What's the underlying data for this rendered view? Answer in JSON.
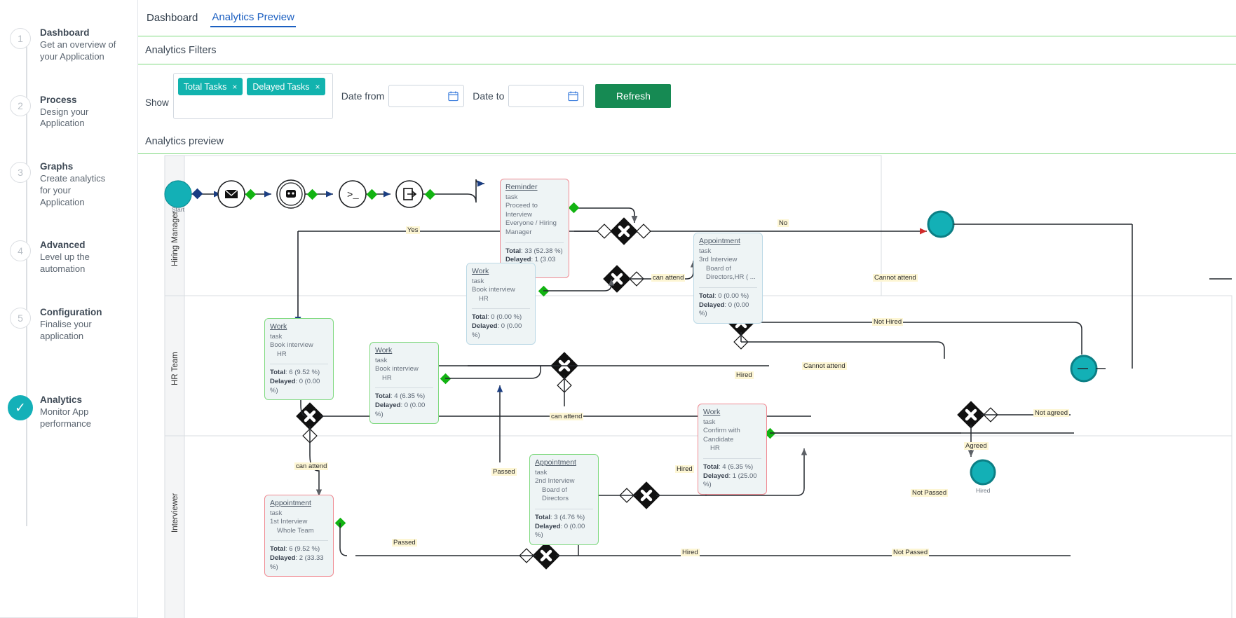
{
  "sidebar": {
    "steps": [
      {
        "num": "1",
        "title": "Dashboard",
        "sub": "Get an overview of your Application",
        "state": "inactive"
      },
      {
        "num": "2",
        "title": "Process",
        "sub": "Design your Application",
        "state": "inactive"
      },
      {
        "num": "3",
        "title": "Graphs",
        "sub": "Create analytics for your Application",
        "state": "inactive"
      },
      {
        "num": "4",
        "title": "Advanced",
        "sub": "Level up the automation",
        "state": "inactive"
      },
      {
        "num": "5",
        "title": "Configuration",
        "sub": "Finalise your application",
        "state": "inactive"
      },
      {
        "num": "✓",
        "title": "Analytics",
        "sub": "Monitor App performance",
        "state": "done"
      }
    ]
  },
  "tabs": [
    {
      "label": "Dashboard",
      "active": false
    },
    {
      "label": "Analytics Preview",
      "active": true
    }
  ],
  "filters": {
    "section_title": "Analytics Filters",
    "show_label": "Show",
    "chips": [
      {
        "label": "Total Tasks",
        "remove": "×"
      },
      {
        "label": "Delayed Tasks",
        "remove": "×"
      }
    ],
    "date_from_label": "Date from",
    "date_from_value": "",
    "date_from_placeholder": "",
    "date_to_label": "Date to",
    "date_to_value": "",
    "date_to_placeholder": "",
    "refresh_label": "Refresh",
    "accent_chip": "#12b3ae",
    "accent_button": "#168a53"
  },
  "preview": {
    "title": "Analytics preview"
  },
  "diagram": {
    "lanes": [
      "Hiring Manager",
      "HR Team",
      "Interviewer"
    ],
    "start_caption": "Start",
    "hired_caption": "Hired",
    "tasks": [
      {
        "id": "reminder",
        "name": "Reminder",
        "type": "task",
        "desc": "Proceed to Interview",
        "assignee": "Everyone / Hiring Manager",
        "total": "Total: 33 (52.38 %)",
        "total_label": "Total",
        "total_value": "33 (52.38 %)",
        "delayed_label": "Delayed",
        "delayed_value": "1 (3.03 %)",
        "border": "red"
      },
      {
        "id": "appointment3",
        "name": "Appointment",
        "type": "task",
        "desc": "3rd Interview",
        "assignee": "Board of Directors,HR ( ...",
        "total_label": "Total",
        "total_value": "0 (0.00 %)",
        "delayed_label": "Delayed",
        "delayed_value": "0 (0.00 %)",
        "border": "blue"
      },
      {
        "id": "work-book-3",
        "name": "Work",
        "type": "task",
        "desc": "Book interview",
        "assignee": "HR",
        "total_label": "Total",
        "total_value": "0 (0.00 %)",
        "delayed_label": "Delayed",
        "delayed_value": "0 (0.00 %)",
        "border": "blue"
      },
      {
        "id": "work-book-1",
        "name": "Work",
        "type": "task",
        "desc": "Book interview",
        "assignee": "HR",
        "total_label": "Total",
        "total_value": "6 (9.52 %)",
        "delayed_label": "Delayed",
        "delayed_value": "0 (0.00 %)",
        "border": "green"
      },
      {
        "id": "work-book-2",
        "name": "Work",
        "type": "task",
        "desc": "Book interview",
        "assignee": "HR",
        "total_label": "Total",
        "total_value": "4 (6.35 %)",
        "delayed_label": "Delayed",
        "delayed_value": "0 (0.00 %)",
        "border": "green"
      },
      {
        "id": "work-confirm",
        "name": "Work",
        "type": "task",
        "desc": "Confirm with Candidate",
        "assignee": "HR",
        "total_label": "Total",
        "total_value": "4 (6.35 %)",
        "delayed_label": "Delayed",
        "delayed_value": "1 (25.00 %)",
        "border": "red"
      },
      {
        "id": "appointment2",
        "name": "Appointment",
        "type": "task",
        "desc": "2nd Interview",
        "assignee": "Board of Directors",
        "total_label": "Total",
        "total_value": "3 (4.76 %)",
        "delayed_label": "Delayed",
        "delayed_value": "0 (0.00 %)",
        "border": "green"
      },
      {
        "id": "appointment1",
        "name": "Appointment",
        "type": "task",
        "desc": "1st Interview",
        "assignee": "Whole Team",
        "total_label": "Total",
        "total_value": "6 (9.52 %)",
        "delayed_label": "Delayed",
        "delayed_value": "2 (33.33 %)",
        "border": "red"
      }
    ],
    "edge_labels": [
      {
        "id": "yes",
        "text": "Yes"
      },
      {
        "id": "no",
        "text": "No"
      },
      {
        "id": "can-attend-top",
        "text": "can attend"
      },
      {
        "id": "cannot-attend-top",
        "text": "Cannot attend"
      },
      {
        "id": "not-hired",
        "text": "Not Hired"
      },
      {
        "id": "cannot-attend-mid",
        "text": "Cannot attend"
      },
      {
        "id": "hired-mid",
        "text": "Hired"
      },
      {
        "id": "not-agreed",
        "text": "Not agreed"
      },
      {
        "id": "can-attend-mid",
        "text": "can attend"
      },
      {
        "id": "can-attend-low",
        "text": "can attend"
      },
      {
        "id": "passed-mid",
        "text": "Passed"
      },
      {
        "id": "hired-low",
        "text": "Hired"
      },
      {
        "id": "agreed",
        "text": "Agreed"
      },
      {
        "id": "not-passed-right",
        "text": "Not Passed"
      },
      {
        "id": "passed-low",
        "text": "Passed"
      },
      {
        "id": "hired-bottom",
        "text": "Hired"
      },
      {
        "id": "not-passed-bottom",
        "text": "Not Passed"
      }
    ]
  }
}
